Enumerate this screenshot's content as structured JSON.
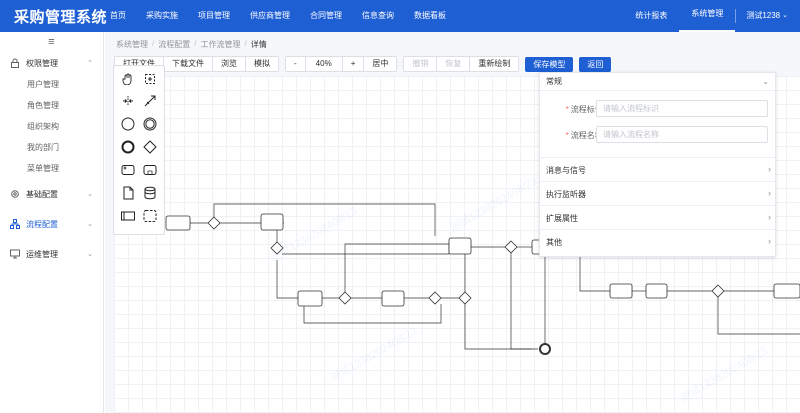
{
  "header": {
    "brand": "采购管理系统",
    "nav": [
      "首页",
      "采购实施",
      "项目管理",
      "供应商管理",
      "合同管理",
      "信息查询",
      "数据看板"
    ],
    "right_nav": [
      "统计报表",
      "系统管理"
    ],
    "user": "测试1238"
  },
  "sidebar": {
    "groups": [
      {
        "label": "权限管理",
        "icon": "lock-icon",
        "expanded": true,
        "items": [
          "用户管理",
          "角色管理",
          "组织架构",
          "我的部门",
          "菜单管理"
        ]
      },
      {
        "label": "基础配置",
        "icon": "gear-icon",
        "expanded": false
      },
      {
        "label": "流程配置",
        "icon": "flow-icon",
        "expanded": false
      },
      {
        "label": "运维管理",
        "icon": "monitor-icon",
        "expanded": false
      }
    ]
  },
  "breadcrumb": [
    "系统管理",
    "流程配置",
    "工作流管理",
    "详情"
  ],
  "toolbar": {
    "open_file": "打开文件",
    "download_file": "下载文件",
    "preview": "浏览",
    "simulate": "模拟",
    "zoom_out": "-",
    "zoom": "40%",
    "zoom_in": "+",
    "center": "居中",
    "undo": "撤销",
    "redo": "恢复",
    "redraw": "重新绘制",
    "save": "保存模型",
    "back": "返回"
  },
  "palette": {
    "tools": [
      "hand-tool-icon",
      "lasso-tool-icon",
      "space-tool-icon",
      "connect-tool-icon",
      "start-event-icon",
      "intermediate-event-icon",
      "end-event-icon",
      "gateway-icon",
      "task-icon",
      "subprocess-icon",
      "data-object-icon",
      "data-store-icon",
      "pool-icon",
      "group-icon"
    ]
  },
  "properties": {
    "section": "常规",
    "process_id_label": "流程标识:",
    "process_id_placeholder": "请输入流程标识",
    "process_name_label": "流程名称:",
    "process_name_placeholder": "请输入流程名称",
    "panels": [
      "消息与信号",
      "执行监听器",
      "扩展属性",
      "其他"
    ]
  },
  "watermark": "测试1238202408/23",
  "colors": {
    "primary": "#1e5fd4",
    "required": "#f56c6c"
  }
}
